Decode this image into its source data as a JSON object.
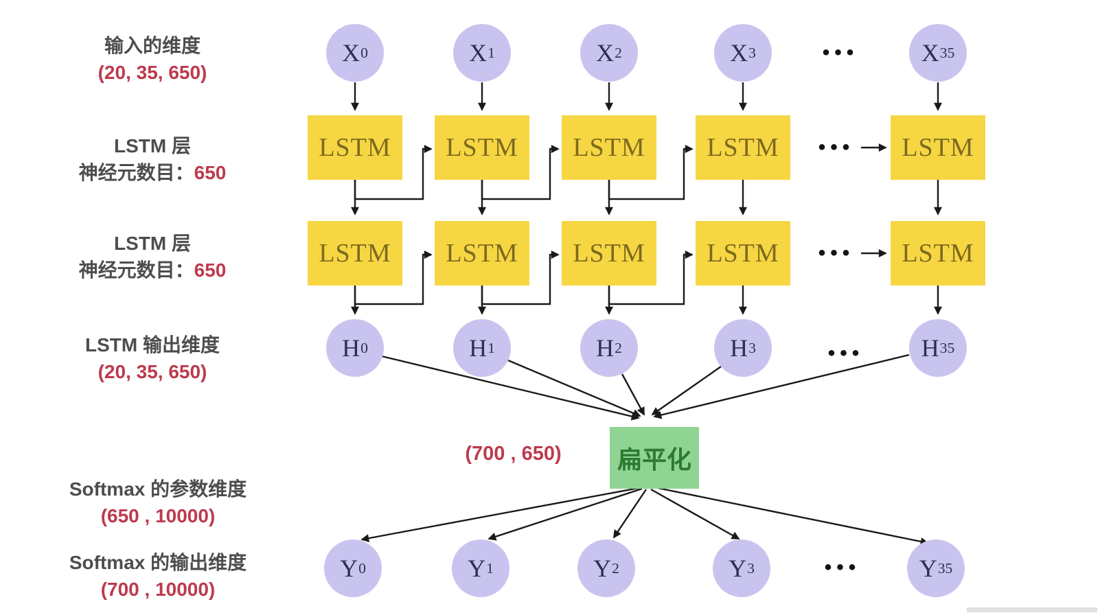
{
  "diagram": {
    "side_labels": {
      "input_dim": {
        "title": "输入的维度",
        "value": "(20, 35, 650)"
      },
      "lstm_layer_1": {
        "title": "LSTM 层",
        "subtitle_prefix": "神经元数目：",
        "subtitle_value": "650"
      },
      "lstm_layer_2": {
        "title": "LSTM 层",
        "subtitle_prefix": "神经元数目：",
        "subtitle_value": "650"
      },
      "lstm_output": {
        "title": "LSTM 输出维度",
        "value": "(20, 35, 650)"
      },
      "softmax_param": {
        "title": "Softmax 的参数维度",
        "value": "(650 , 10000)"
      },
      "softmax_output": {
        "title": "Softmax 的输出维度",
        "value": "(700 , 10000)"
      }
    },
    "flatten": {
      "label": "扁平化",
      "dim_label": "(700 , 650)"
    },
    "lstm_box_label": "LSTM",
    "ellipsis": "•••",
    "nodes": {
      "x": [
        {
          "base": "X",
          "sub": "0"
        },
        {
          "base": "X",
          "sub": "1"
        },
        {
          "base": "X",
          "sub": "2"
        },
        {
          "base": "X",
          "sub": "3"
        },
        {
          "base": "X",
          "sub": "35"
        }
      ],
      "h": [
        {
          "base": "H",
          "sub": "0"
        },
        {
          "base": "H",
          "sub": "1"
        },
        {
          "base": "H",
          "sub": "2"
        },
        {
          "base": "H",
          "sub": "3"
        },
        {
          "base": "H",
          "sub": "35"
        }
      ],
      "y": [
        {
          "base": "Y",
          "sub": "0"
        },
        {
          "base": "Y",
          "sub": "1"
        },
        {
          "base": "Y",
          "sub": "2"
        },
        {
          "base": "Y",
          "sub": "3"
        },
        {
          "base": "Y",
          "sub": "35"
        }
      ]
    },
    "colors": {
      "node_fill": "#c9c4ef",
      "node_text": "#2e2e55",
      "box_fill": "#f6d643",
      "box_text": "#7d6a1e",
      "flatten_fill": "#90d494",
      "flatten_text": "#2c7a33",
      "red_text": "#bd3a4d",
      "gray_text": "#4d4d4d",
      "arrow": "#1a1a1a"
    }
  }
}
